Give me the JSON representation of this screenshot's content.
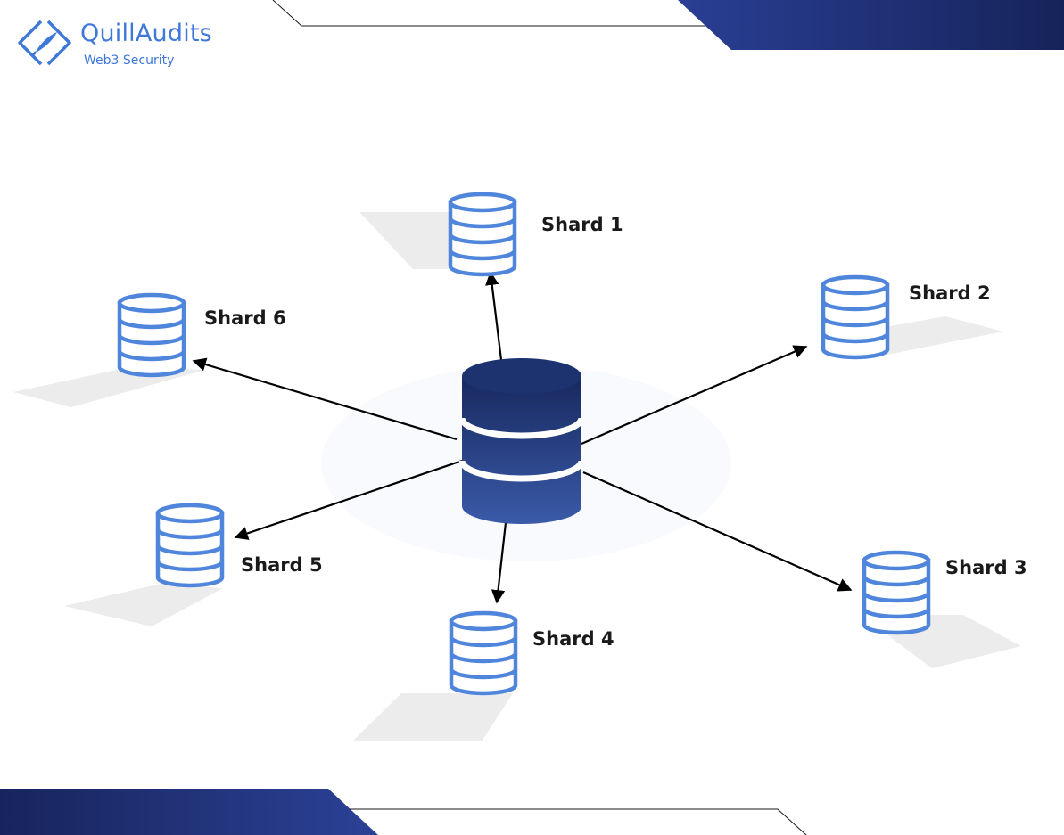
{
  "brand": {
    "name": "QuillAudits",
    "tagline": "Web3 Security",
    "color": "#3f78d8"
  },
  "diagram": {
    "center": {
      "icon": "database-icon",
      "color": "#1c3370"
    },
    "shards": [
      {
        "id": 1,
        "label": "Shard 1",
        "icon": "database-icon"
      },
      {
        "id": 2,
        "label": "Shard 2",
        "icon": "database-icon"
      },
      {
        "id": 3,
        "label": "Shard 3",
        "icon": "database-icon"
      },
      {
        "id": 4,
        "label": "Shard 4",
        "icon": "database-icon"
      },
      {
        "id": 5,
        "label": "Shard 5",
        "icon": "database-icon"
      },
      {
        "id": 6,
        "label": "Shard 6",
        "icon": "database-icon"
      }
    ],
    "shard_color": "#4f86dc",
    "arrow_color": "#000000",
    "banner_color": "#1c2b6e"
  }
}
